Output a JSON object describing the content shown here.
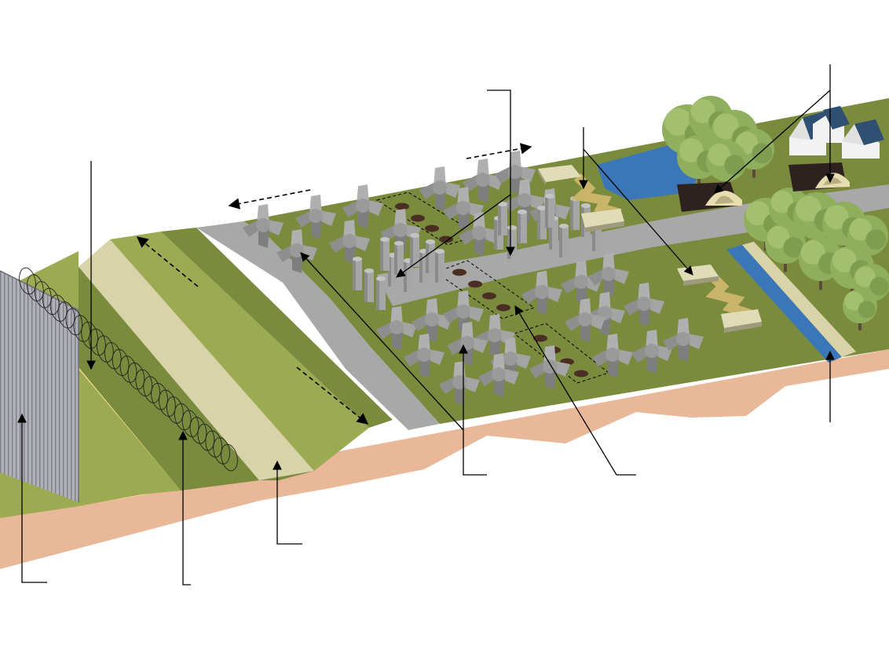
{
  "diagram": {
    "labels": [],
    "colors": {
      "ground_cut": "#E8B898",
      "grass_dark": "#7A8B3E",
      "grass_light": "#9CAA52",
      "sand_pale": "#D8D3A8",
      "sand_yellow": "#FBE39A",
      "road_gray": "#A8A8A8",
      "concrete": "#9E9E9E",
      "water": "#3A76B8",
      "tree": "#8FAE5E",
      "bunker": "#2E2220",
      "house_roof": "#2F4F73",
      "house_wall": "#F2F2F2",
      "pit": "#4A2E24",
      "callout_line": "#000000"
    },
    "elements": [
      "border-fence",
      "razor-wire-coil",
      "anti-tank-ditch",
      "earthen-berm",
      "patrol-road",
      "tetrahedral-obstacles",
      "bollard-posts",
      "mine-pit-rows",
      "fighting-trenches",
      "bunkers",
      "village-houses",
      "irrigation-canal",
      "tree-cover"
    ]
  }
}
